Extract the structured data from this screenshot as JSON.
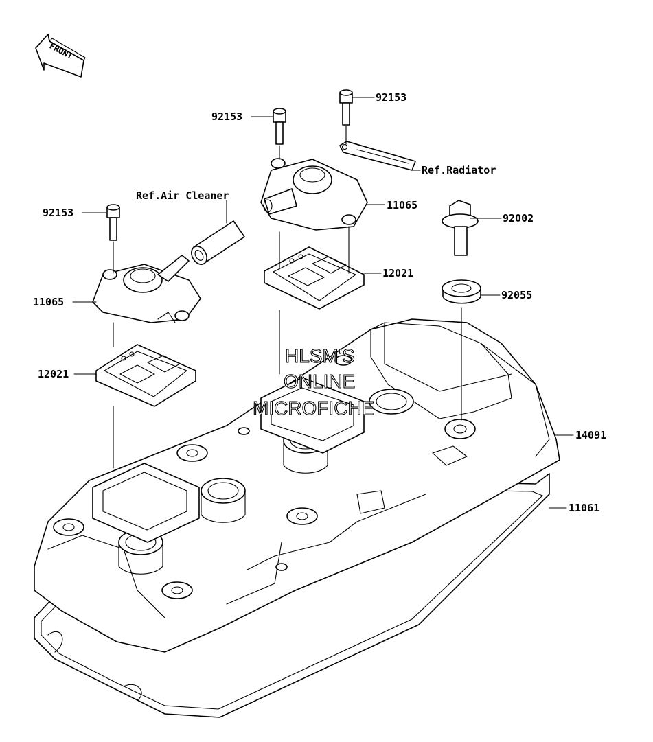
{
  "diagram": {
    "direction_badge": "FRONT",
    "watermark": [
      "HLSM'S",
      "ONLINE",
      "MICROFICHE"
    ],
    "labels": {
      "bolt_a": "92153",
      "bolt_b": "92153",
      "bolt_c": "92153",
      "ref_radiator": "Ref.Radiator",
      "ref_air_cleaner": "Ref.Air Cleaner",
      "cover_right": "11065",
      "cover_left": "11065",
      "bolt_92002": "92002",
      "reed_right": "12021",
      "reed_left": "12021",
      "grommet": "92055",
      "head_cover": "14091",
      "gasket": "11061"
    }
  }
}
